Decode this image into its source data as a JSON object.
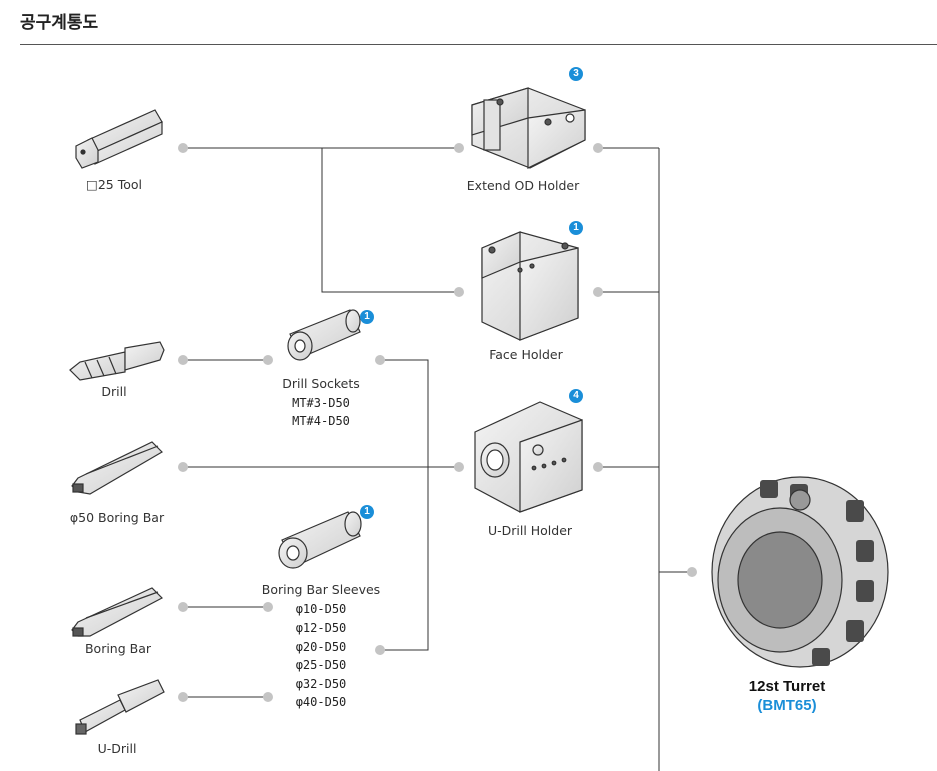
{
  "title": "공구계통도",
  "accent_color": "#1a8ed8",
  "tools": {
    "tool25": "□25 Tool",
    "drill": "Drill",
    "boring50": "φ50 Boring Bar",
    "boring_bar": "Boring Bar",
    "udrill": "U-Drill"
  },
  "adapters": {
    "drill_sockets": {
      "label": "Drill Sockets",
      "badge": "1",
      "sizes": [
        "MT#3-D50",
        "MT#4-D50"
      ]
    },
    "boring_sleeves": {
      "label": "Boring Bar Sleeves",
      "badge": "1",
      "sizes": [
        "φ10-D50",
        "φ12-D50",
        "φ20-D50",
        "φ25-D50",
        "φ32-D50",
        "φ40-D50"
      ]
    }
  },
  "holders": {
    "extend_od": {
      "label": "Extend OD Holder",
      "badge": "3"
    },
    "face": {
      "label": "Face Holder",
      "badge": "1"
    },
    "udrill": {
      "label": "U-Drill Holder",
      "badge": "4"
    }
  },
  "turret": {
    "name": "12st Turret",
    "model": "(BMT65)"
  }
}
